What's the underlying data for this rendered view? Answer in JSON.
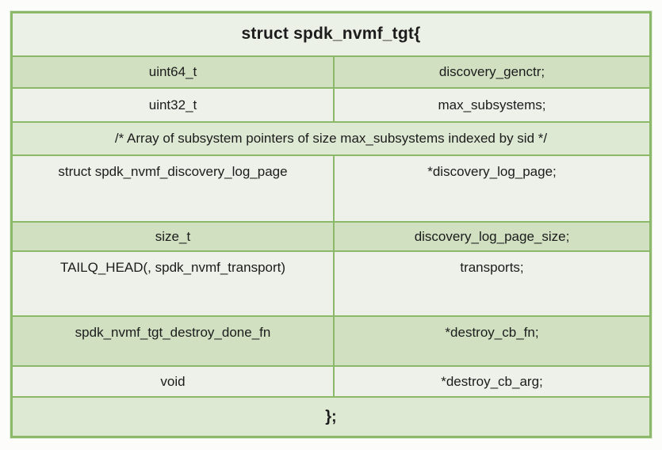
{
  "colors": {
    "page_bg": "#fcfcfb",
    "border": "#8bb969",
    "header_bg": "#ebf1e6",
    "light_bg": "#edf1e9",
    "band_bg": "#d0e0c1",
    "mid_bg": "#dee9d3",
    "text": "#1c1c1c"
  },
  "struct_table": {
    "title": "struct spdk_nvmf_tgt{",
    "comment": "/* Array of subsystem pointers of size max_subsystems indexed by sid */",
    "closing": "};",
    "members": [
      {
        "type": "uint64_t",
        "field": "discovery_genctr;"
      },
      {
        "type": "uint32_t",
        "field": "max_subsystems;"
      },
      {
        "type": "struct spdk_nvmf_discovery_log_page",
        "field": "*discovery_log_page;"
      },
      {
        "type": "size_t",
        "field": "discovery_log_page_size;"
      },
      {
        "type": "TAILQ_HEAD(, spdk_nvmf_transport)",
        "field": "transports;"
      },
      {
        "type": "spdk_nvmf_tgt_destroy_done_fn",
        "field": "*destroy_cb_fn;"
      },
      {
        "type": "void",
        "field": "*destroy_cb_arg;"
      }
    ]
  }
}
